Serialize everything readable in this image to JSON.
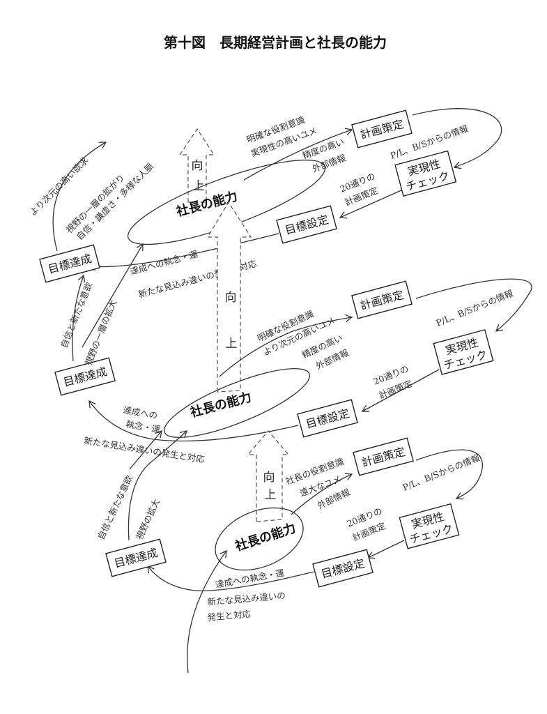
{
  "title": "第十図　長期経営計画と社長の能力",
  "levels": [
    {
      "core": "社長の能力",
      "up": [
        "向",
        "上"
      ],
      "boxes": {
        "plan": "計画策定",
        "check": [
          "実現性",
          "チェック"
        ],
        "target": "目標設定",
        "achieved": "目標達成"
      },
      "labels": {
        "to_plan": [
          "明確な役割意識",
          "実現性の高いユメ"
        ],
        "info": [
          "精度の高い",
          "外部情報"
        ],
        "pl_bs": "P/L、B/Sからの情報",
        "twenty": [
          "20通りの",
          "計画策定"
        ],
        "tenacity": "達成への執念・運",
        "new_miss": "新たな見込み違いの発生と対応",
        "higher": "より次元の高い欲求",
        "growth": [
          "視野の一層の拡がり",
          "自信・謙虚さ・多様な人脈"
        ]
      }
    },
    {
      "core": "社長の能力",
      "up": [
        "向",
        "上"
      ],
      "boxes": {
        "plan": "計画策定",
        "check": [
          "実現性",
          "チェック"
        ],
        "target": "目標設定",
        "achieved": "目標達成"
      },
      "labels": {
        "to_plan": [
          "明確な役割意識",
          "より次元の高いユメ"
        ],
        "info": [
          "精度の高い",
          "外部情報"
        ],
        "pl_bs": "P/L、B/Sからの情報",
        "twenty": [
          "20通りの",
          "計画策定"
        ],
        "tenacity": [
          "達成への",
          "執念・運"
        ],
        "new_miss": "新たな見込み違いの発生と対応",
        "growth": [
          "自信と新たな意欲",
          "視野の一層の拡大"
        ]
      }
    },
    {
      "core": "社長の能力",
      "up": [
        "向",
        "上"
      ],
      "boxes": {
        "plan": "計画策定",
        "check": [
          "実現性",
          "チェック"
        ],
        "target": "目標設定",
        "achieved": "目標達成"
      },
      "labels": {
        "to_plan": [
          "社長の役割意識",
          "遠大なユメ"
        ],
        "info": "外部情報",
        "pl_bs": "P/L、B/Sからの情報",
        "twenty": [
          "20通りの",
          "計画策定"
        ],
        "tenacity": "達成への執念・運",
        "new_miss": [
          "新たな見込み違いの",
          "発生と対応"
        ],
        "growth": [
          "自信と新たな意欲",
          "視野の拡大"
        ]
      }
    }
  ]
}
